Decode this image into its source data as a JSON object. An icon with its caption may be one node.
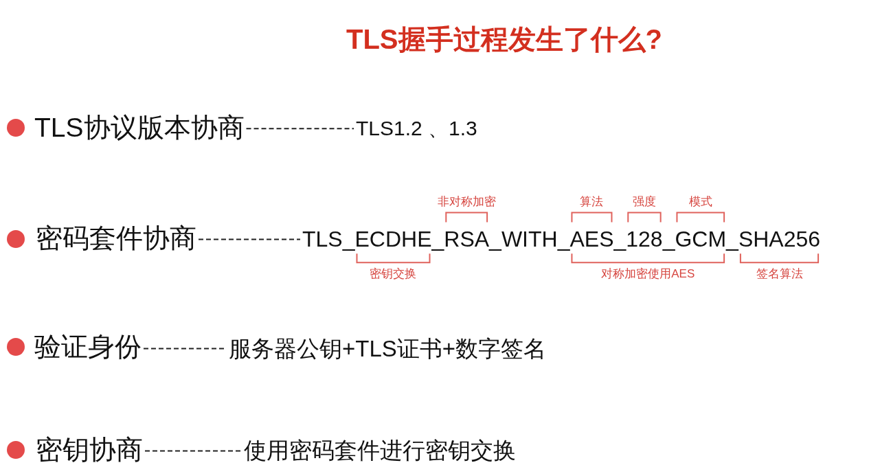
{
  "diagram": {
    "title": "TLS握手过程发生了什么?",
    "nodes": [
      {
        "text": [
          "TLS协议版本协商"
        ]
      },
      {
        "text": [
          "TLS1.2 、1.3"
        ]
      },
      {
        "text": [
          "密码套件协商"
        ]
      },
      {
        "text": [
          "TLS_ECDHE_RSA_WITH_AES_128_GCM_SHA256"
        ],
        "beside": [
          "非对称加密",
          "算法",
          "强度",
          "模式",
          "密钥交换",
          "对称加密使用AES",
          "签名算法"
        ]
      },
      {
        "text": [
          "验证身份"
        ]
      },
      {
        "text": [
          "服务器公钥+TLS证书+数字签名"
        ]
      },
      {
        "text": [
          "密钥协商"
        ]
      },
      {
        "text": [
          "使用密码套件进行密钥交换"
        ]
      }
    ],
    "edges": [
      {
        "from": 0,
        "to": 1,
        "arrow": "none",
        "style": "dashed"
      },
      {
        "from": 2,
        "to": 3,
        "arrow": "none",
        "style": "dashed"
      },
      {
        "from": 4,
        "to": 5,
        "arrow": "none",
        "style": "dashed"
      },
      {
        "from": 6,
        "to": 7,
        "arrow": "none",
        "style": "dashed"
      }
    ]
  }
}
